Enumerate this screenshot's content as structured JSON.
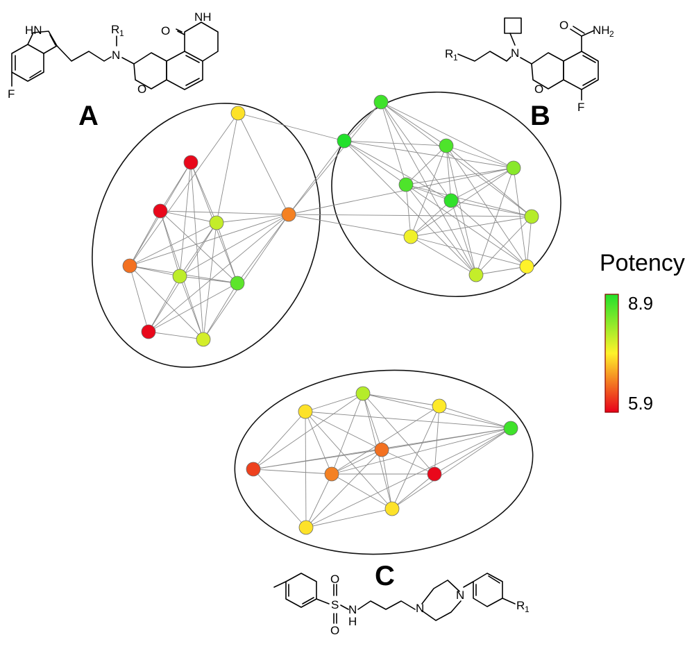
{
  "clusters": {
    "A": {
      "label": "A"
    },
    "B": {
      "label": "B"
    },
    "C": {
      "label": "C"
    }
  },
  "structures": {
    "A": {
      "nh_label": "HN",
      "n_label": "N",
      "r_label": "R",
      "r_sub": "1",
      "o_carbonyl": "O",
      "nh_lactam": "NH",
      "o_ring": "O",
      "f_label": "F"
    },
    "B": {
      "r_label": "R",
      "r_sub": "1",
      "n_label": "N",
      "o_carbonyl": "O",
      "nh2_label": "NH",
      "nh2_sub": "2",
      "o_ring": "O",
      "f_label": "F"
    },
    "C": {
      "o1": "O",
      "s_label": "S",
      "o2": "O",
      "nh_label": "N",
      "h_label": "H",
      "n1": "N",
      "n2": "N",
      "r_label": "R",
      "r_sub": "1"
    }
  },
  "legend": {
    "title": "Potency",
    "max_label": "8.9",
    "min_label": "5.9",
    "max_value": 8.9,
    "min_value": 5.9,
    "colors": {
      "high": "#22e02b",
      "mid": "#fff22a",
      "low": "#e8001a"
    }
  },
  "network": {
    "nodes": [
      {
        "id": "a1",
        "cluster": "A",
        "potency": 7.3
      },
      {
        "id": "a2",
        "cluster": "A",
        "potency": 5.95
      },
      {
        "id": "a3",
        "cluster": "A",
        "potency": 5.95
      },
      {
        "id": "a4",
        "cluster": "A",
        "potency": 7.8
      },
      {
        "id": "a5",
        "cluster": "A",
        "potency": 6.7
      },
      {
        "id": "a6",
        "cluster": "A",
        "potency": 6.6
      },
      {
        "id": "a7",
        "cluster": "A",
        "potency": 7.85
      },
      {
        "id": "a8",
        "cluster": "A",
        "potency": 8.5
      },
      {
        "id": "a9",
        "cluster": "A",
        "potency": 5.95
      },
      {
        "id": "a10",
        "cluster": "A",
        "potency": 7.7
      },
      {
        "id": "b1",
        "cluster": "B",
        "potency": 8.7
      },
      {
        "id": "b2",
        "cluster": "B",
        "potency": 8.9
      },
      {
        "id": "b3",
        "cluster": "B",
        "potency": 8.6
      },
      {
        "id": "b4",
        "cluster": "B",
        "potency": 8.2
      },
      {
        "id": "b5",
        "cluster": "B",
        "potency": 8.6
      },
      {
        "id": "b6",
        "cluster": "B",
        "potency": 8.8
      },
      {
        "id": "b7",
        "cluster": "B",
        "potency": 7.9
      },
      {
        "id": "b8",
        "cluster": "B",
        "potency": 7.5
      },
      {
        "id": "b9",
        "cluster": "B",
        "potency": 7.8
      },
      {
        "id": "b10",
        "cluster": "B",
        "potency": 7.4
      },
      {
        "id": "c1",
        "cluster": "C",
        "potency": 6.3
      },
      {
        "id": "c2",
        "cluster": "C",
        "potency": 7.3
      },
      {
        "id": "c3",
        "cluster": "C",
        "potency": 7.9
      },
      {
        "id": "c4",
        "cluster": "C",
        "potency": 7.35
      },
      {
        "id": "c5",
        "cluster": "C",
        "potency": 8.7
      },
      {
        "id": "c6",
        "cluster": "C",
        "potency": 6.6
      },
      {
        "id": "c7",
        "cluster": "C",
        "potency": 6.7
      },
      {
        "id": "c8",
        "cluster": "C",
        "potency": 5.95
      },
      {
        "id": "c9",
        "cluster": "C",
        "potency": 7.3
      },
      {
        "id": "c10",
        "cluster": "C",
        "potency": 7.3
      }
    ],
    "edges": [
      [
        "a1",
        "a4"
      ],
      [
        "a1",
        "a5"
      ],
      [
        "a1",
        "a6"
      ],
      [
        "a2",
        "a3"
      ],
      [
        "a2",
        "a4"
      ],
      [
        "a2",
        "a6"
      ],
      [
        "a2",
        "a7"
      ],
      [
        "a2",
        "a8"
      ],
      [
        "a2",
        "a10"
      ],
      [
        "a3",
        "a4"
      ],
      [
        "a3",
        "a6"
      ],
      [
        "a3",
        "a5"
      ],
      [
        "a3",
        "a7"
      ],
      [
        "a3",
        "a8"
      ],
      [
        "a3",
        "a10"
      ],
      [
        "a4",
        "a5"
      ],
      [
        "a4",
        "a6"
      ],
      [
        "a4",
        "a7"
      ],
      [
        "a4",
        "a8"
      ],
      [
        "a4",
        "a9"
      ],
      [
        "a4",
        "a10"
      ],
      [
        "a5",
        "a6"
      ],
      [
        "a5",
        "a7"
      ],
      [
        "a5",
        "a8"
      ],
      [
        "a5",
        "a9"
      ],
      [
        "a5",
        "a10"
      ],
      [
        "a6",
        "a7"
      ],
      [
        "a6",
        "a8"
      ],
      [
        "a6",
        "a9"
      ],
      [
        "a6",
        "a10"
      ],
      [
        "a7",
        "a8"
      ],
      [
        "a7",
        "a9"
      ],
      [
        "a7",
        "a10"
      ],
      [
        "a8",
        "a9"
      ],
      [
        "a8",
        "a10"
      ],
      [
        "a9",
        "a10"
      ],
      [
        "a5",
        "b2"
      ],
      [
        "a5",
        "b1"
      ],
      [
        "a5",
        "b4"
      ],
      [
        "a5",
        "b7"
      ],
      [
        "a5",
        "b8"
      ],
      [
        "a1",
        "b2"
      ],
      [
        "b1",
        "b2"
      ],
      [
        "b1",
        "b3"
      ],
      [
        "b1",
        "b4"
      ],
      [
        "b1",
        "b5"
      ],
      [
        "b1",
        "b7"
      ],
      [
        "b1",
        "b6"
      ],
      [
        "b1",
        "b9"
      ],
      [
        "b2",
        "b3"
      ],
      [
        "b2",
        "b5"
      ],
      [
        "b2",
        "b6"
      ],
      [
        "b2",
        "b4"
      ],
      [
        "b2",
        "b9"
      ],
      [
        "b3",
        "b4"
      ],
      [
        "b3",
        "b5"
      ],
      [
        "b3",
        "b6"
      ],
      [
        "b3",
        "b7"
      ],
      [
        "b3",
        "b8"
      ],
      [
        "b3",
        "b9"
      ],
      [
        "b3",
        "b10"
      ],
      [
        "b4",
        "b5"
      ],
      [
        "b4",
        "b6"
      ],
      [
        "b4",
        "b8"
      ],
      [
        "b4",
        "b9"
      ],
      [
        "b4",
        "b10"
      ],
      [
        "b5",
        "b6"
      ],
      [
        "b5",
        "b7"
      ],
      [
        "b5",
        "b8"
      ],
      [
        "b5",
        "b9"
      ],
      [
        "b5",
        "b10"
      ],
      [
        "b6",
        "b7"
      ],
      [
        "b6",
        "b8"
      ],
      [
        "b6",
        "b9"
      ],
      [
        "b6",
        "b10"
      ],
      [
        "b7",
        "b8"
      ],
      [
        "b7",
        "b9"
      ],
      [
        "b7",
        "b10"
      ],
      [
        "b8",
        "b9"
      ],
      [
        "b8",
        "b10"
      ],
      [
        "b9",
        "b10"
      ],
      [
        "c1",
        "c2"
      ],
      [
        "c1",
        "c3"
      ],
      [
        "c1",
        "c5"
      ],
      [
        "c1",
        "c6"
      ],
      [
        "c1",
        "c7"
      ],
      [
        "c1",
        "c10"
      ],
      [
        "c2",
        "c3"
      ],
      [
        "c2",
        "c5"
      ],
      [
        "c2",
        "c6"
      ],
      [
        "c2",
        "c7"
      ],
      [
        "c2",
        "c9"
      ],
      [
        "c3",
        "c4"
      ],
      [
        "c3",
        "c5"
      ],
      [
        "c3",
        "c6"
      ],
      [
        "c3",
        "c8"
      ],
      [
        "c3",
        "c9"
      ],
      [
        "c4",
        "c5"
      ],
      [
        "c4",
        "c8"
      ],
      [
        "c4",
        "c7"
      ],
      [
        "c4",
        "c9"
      ],
      [
        "c5",
        "c6"
      ],
      [
        "c5",
        "c7"
      ],
      [
        "c5",
        "c8"
      ],
      [
        "c5",
        "c9"
      ],
      [
        "c5",
        "c10"
      ],
      [
        "c6",
        "c7"
      ],
      [
        "c6",
        "c8"
      ],
      [
        "c6",
        "c9"
      ],
      [
        "c6",
        "c10"
      ],
      [
        "c7",
        "c8"
      ],
      [
        "c7",
        "c9"
      ],
      [
        "c7",
        "c10"
      ],
      [
        "c8",
        "c9"
      ],
      [
        "c9",
        "c10"
      ],
      [
        "c2",
        "c10"
      ],
      [
        "c3",
        "c7"
      ]
    ]
  }
}
